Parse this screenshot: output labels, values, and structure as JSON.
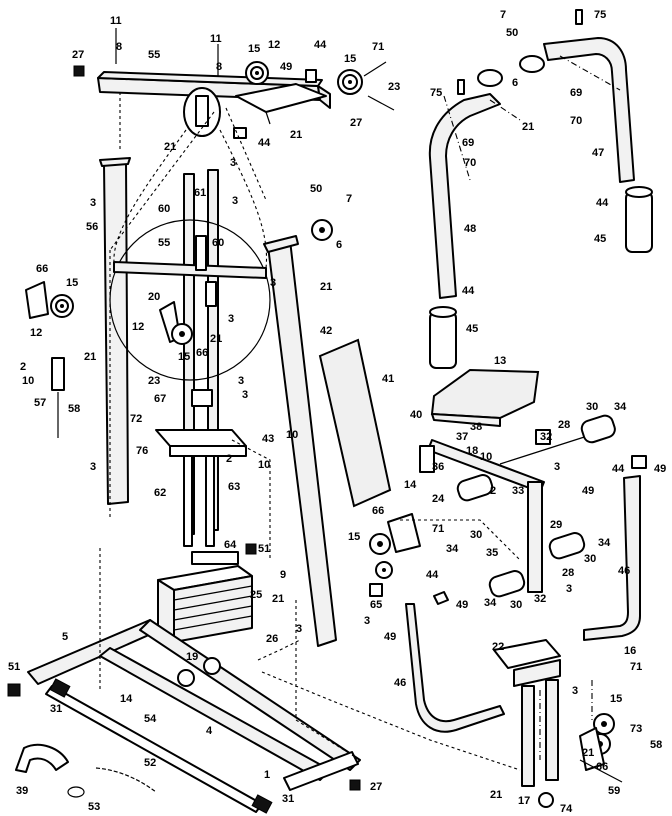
{
  "labels": {
    "n11a": "11",
    "n8a": "8",
    "n27a": "27",
    "n55a": "55",
    "n11b": "11",
    "n8b": "8",
    "n15a": "15",
    "n12a": "12",
    "n49a": "49",
    "n44a": "44",
    "n15b": "15",
    "n71a": "71",
    "n23a": "23",
    "n27b": "27",
    "n21a": "21",
    "n44b": "44",
    "n21b": "21",
    "n3a": "3",
    "n61": "61",
    "n3b": "3",
    "n60a": "60",
    "n3c": "3",
    "n56": "56",
    "n55b": "55",
    "n60b": "60",
    "n3d": "3",
    "n20": "20",
    "n3e": "3",
    "n12b": "12",
    "n21c": "21",
    "n15c": "15",
    "n66a": "66",
    "n66b": "66",
    "n15d": "15",
    "n12c": "12",
    "n2a": "2",
    "n21d": "21",
    "n10a": "10",
    "n57": "57",
    "n58a": "58",
    "n23b": "23",
    "n3f": "3",
    "n67": "67",
    "n72": "72",
    "n3g": "3",
    "n76": "76",
    "n10b": "10",
    "n2b": "2",
    "n62": "62",
    "n63": "63",
    "n3h": "3",
    "n64": "64",
    "n51a": "51",
    "n25": "25",
    "n26": "26",
    "n5": "5",
    "n51b": "51",
    "n19": "19",
    "n14a": "14",
    "n31a": "31",
    "n4": "4",
    "n54": "54",
    "n39": "39",
    "n52": "52",
    "n53": "53",
    "n1": "1",
    "n31b": "31",
    "n27c": "27",
    "n50a": "50",
    "n7a": "7",
    "n6a": "6",
    "n21e": "21",
    "n42": "42",
    "n43": "43",
    "n10c": "10",
    "n41": "41",
    "n9": "9",
    "n21f": "21",
    "n3i": "3",
    "n3j": "3",
    "n66c": "66",
    "n15e": "15",
    "n71b": "71",
    "n65": "65",
    "n44c": "44",
    "n49b": "49",
    "n49c": "49",
    "n46a": "46",
    "n7b": "7",
    "n50b": "50",
    "n75a": "75",
    "n75b": "75",
    "n6b": "6",
    "n69a": "69",
    "n70a": "70",
    "n21g": "21",
    "n69b": "69",
    "n70b": "70",
    "n47": "47",
    "n44d": "44",
    "n45a": "45",
    "n48": "48",
    "n44e": "44",
    "n45b": "45",
    "n13": "13",
    "n40": "40",
    "n37": "37",
    "n38": "38",
    "n18": "18",
    "n30a": "30",
    "n34a": "34",
    "n28a": "28",
    "n32a": "32",
    "n36": "36",
    "n14b": "14",
    "n10d": "10",
    "n24": "24",
    "n2c": "2",
    "n33": "33",
    "n3k": "3",
    "n29": "29",
    "n34b": "34",
    "n30b": "30",
    "n35": "35",
    "n30c": "30",
    "n34c": "34",
    "n28b": "28",
    "n3l": "3",
    "n30d": "30",
    "n32b": "32",
    "n34d": "34",
    "n44f": "44",
    "n49d": "49",
    "n49e": "49",
    "n46b": "46",
    "n22": "22",
    "n16": "16",
    "n71c": "71",
    "n3m": "3",
    "n15f": "15",
    "n73": "73",
    "n58b": "58",
    "n66d": "66",
    "n21h": "21",
    "n17": "17",
    "n74": "74",
    "n59": "59",
    "n21i": "21"
  }
}
